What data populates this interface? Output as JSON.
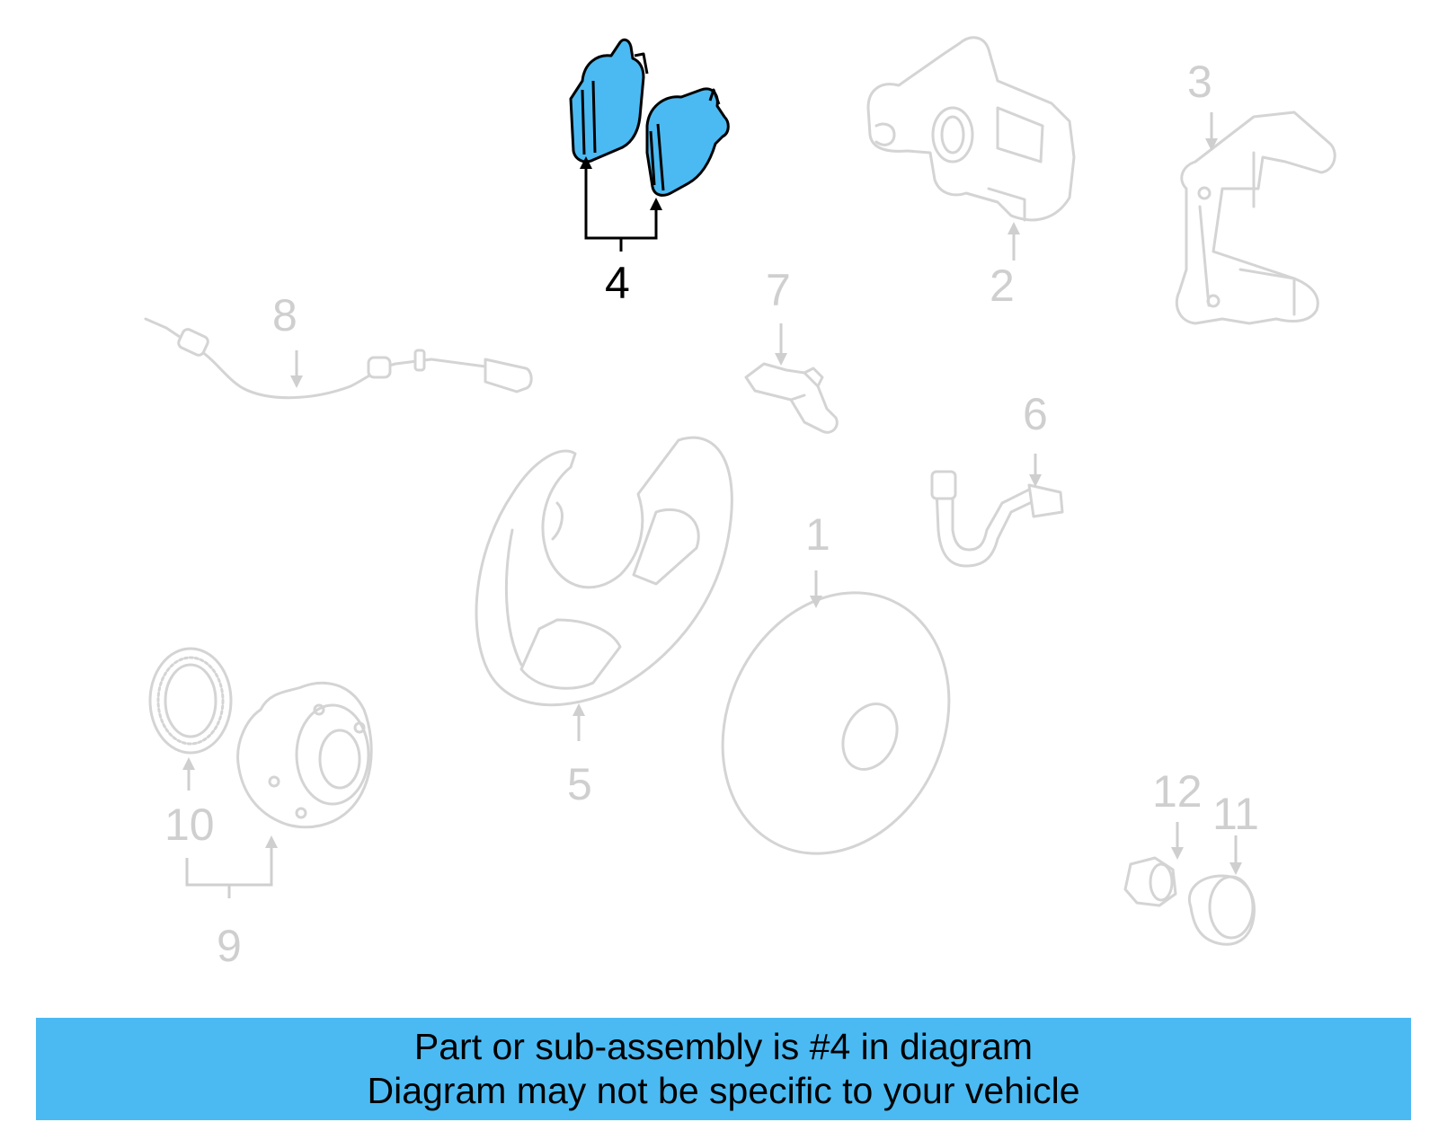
{
  "diagram": {
    "callouts": [
      {
        "id": "1",
        "label": "1",
        "highlighted": false
      },
      {
        "id": "2",
        "label": "2",
        "highlighted": false
      },
      {
        "id": "3",
        "label": "3",
        "highlighted": false
      },
      {
        "id": "4",
        "label": "4",
        "highlighted": true
      },
      {
        "id": "5",
        "label": "5",
        "highlighted": false
      },
      {
        "id": "6",
        "label": "6",
        "highlighted": false
      },
      {
        "id": "7",
        "label": "7",
        "highlighted": false
      },
      {
        "id": "8",
        "label": "8",
        "highlighted": false
      },
      {
        "id": "9",
        "label": "9",
        "highlighted": false
      },
      {
        "id": "10",
        "label": "10",
        "highlighted": false
      },
      {
        "id": "11",
        "label": "11",
        "highlighted": false
      },
      {
        "id": "12",
        "label": "12",
        "highlighted": false
      }
    ],
    "highlight_color": "#4bbaf2",
    "ghost_color": "#d4d4d4"
  },
  "banner": {
    "line1": "Part or sub-assembly is #4 in diagram",
    "line2": "Diagram may not be specific to your vehicle",
    "background": "#4bbaf2"
  }
}
